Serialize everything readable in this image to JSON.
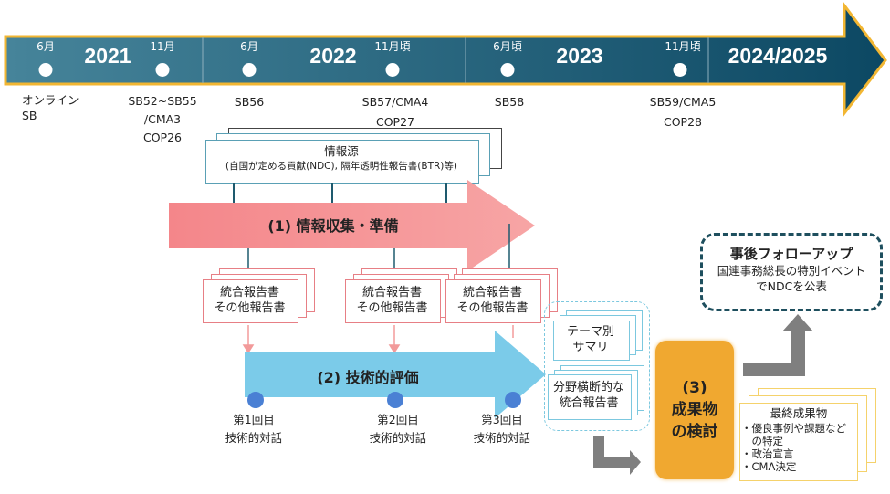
{
  "timeline": {
    "years": [
      "2021",
      "2022",
      "2023",
      "2024/2025"
    ],
    "months": [
      "6月",
      "11月",
      "6月",
      "11月頃",
      "6月頃",
      "11月頃"
    ],
    "events": [
      [
        "オンライン",
        "SB"
      ],
      [
        "SB52~SB55",
        "/CMA3",
        "COP26"
      ],
      [
        "SB56"
      ],
      [
        "SB57/CMA4",
        "COP27"
      ],
      [
        "SB58"
      ],
      [
        "SB59/CMA5",
        "COP28"
      ]
    ]
  },
  "source": {
    "title": "情報源",
    "subtitle": "(自国が定める貢献(NDC), 隔年透明性報告書(BTR)等)"
  },
  "step1": {
    "label": "(1) 情報収集・準備"
  },
  "reports": {
    "line1": "統合報告書",
    "line2": "その他報告書"
  },
  "step2": {
    "label": "(2) 技術的評価"
  },
  "dialogues": [
    {
      "line1": "第1回目",
      "line2": "技術的対話"
    },
    {
      "line1": "第2回目",
      "line2": "技術的対話"
    },
    {
      "line1": "第3回目",
      "line2": "技術的対話"
    }
  ],
  "synthesis": {
    "theme": [
      "テーマ別",
      "サマリ"
    ],
    "cross": [
      "分野横断的な",
      "統合報告書"
    ]
  },
  "step3": {
    "num": "(3)",
    "line1": "成果物",
    "line2": "の検討"
  },
  "followup": {
    "title": "事後フォローアップ",
    "line1": "国連事務総長の特別イベント",
    "line2": "でNDCを公表"
  },
  "outputs": {
    "title": "最終成果物",
    "items": [
      "・優良事例や課題など",
      "　の特定",
      "・政治宣言",
      "・CMA決定"
    ]
  },
  "colors": {
    "timeline": "#1d5f7a",
    "border": "#f2b632",
    "step1": "#f48a8a",
    "step2": "#7bcbe9",
    "step3": "#f0a830",
    "arrow_gray": "#7f7f7f"
  }
}
